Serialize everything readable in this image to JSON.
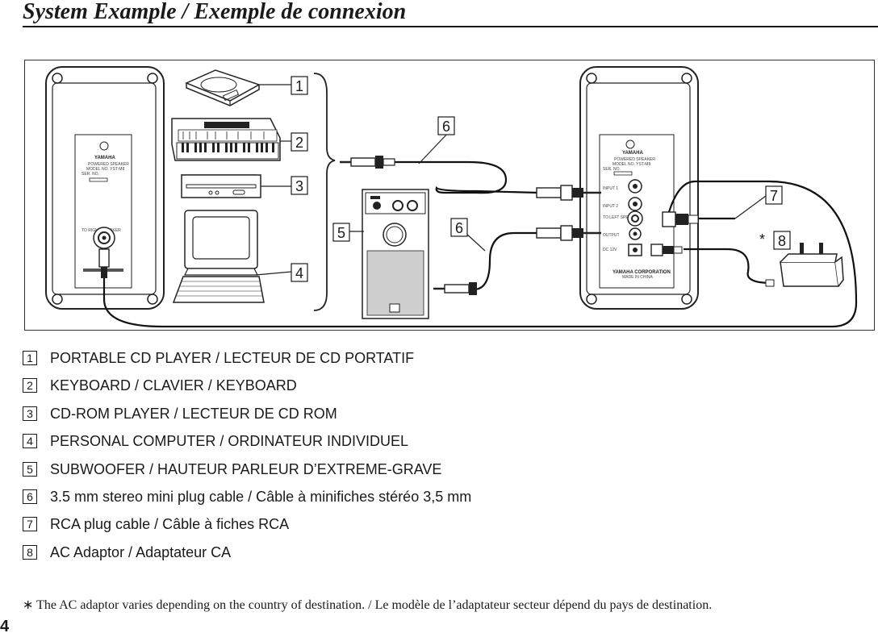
{
  "title": "System Example / Exemple de connexion",
  "diagram": {
    "callouts": [
      "1",
      "2",
      "3",
      "4",
      "5",
      "6",
      "6",
      "7",
      "8"
    ],
    "asterisk": "*",
    "left_speaker_panel": {
      "brand": "YAMAHA",
      "model": "POWERED SPEAKER",
      "model2": "MODEL NO. YST-M8",
      "serial": "SER. NO.",
      "to_right": "TO RIGHT SPEAKER"
    },
    "right_speaker_panel": {
      "brand": "YAMAHA",
      "model": "POWERED SPEAKER",
      "model2": "MODEL NO. YST-M8",
      "serial": "SER. NO.",
      "input1": "INPUT 1",
      "input2": "INPUT 2",
      "to_left": "TO LEFT SPEAKER",
      "output": "OUTPUT",
      "dc": "DC 12V",
      "corp": "YAMAHA CORPORATION",
      "made": "MADE IN CHINA"
    }
  },
  "legend": [
    {
      "num": "1",
      "label": "PORTABLE CD PLAYER / LECTEUR DE CD PORTATIF"
    },
    {
      "num": "2",
      "label": "KEYBOARD / CLAVIER / KEYBOARD"
    },
    {
      "num": "3",
      "label": "CD-ROM PLAYER / LECTEUR DE CD ROM"
    },
    {
      "num": "4",
      "label": "PERSONAL COMPUTER / ORDINATEUR INDIVIDUEL"
    },
    {
      "num": "5",
      "label": "SUBWOOFER / HAUTEUR PARLEUR D’EXTREME-GRAVE"
    },
    {
      "num": "6",
      "label": "3.5 mm stereo mini plug cable / Câble à minifiches stéréo 3,5 mm"
    },
    {
      "num": "7",
      "label": "RCA plug cable / Câble à fiches RCA"
    },
    {
      "num": "8",
      "label": "AC Adaptor / Adaptateur CA"
    }
  ],
  "footnote": "∗ The AC adaptor varies depending on the country of destination. / Le modèle de l’adaptateur secteur dépend du pays de destination.",
  "page_number": "4"
}
